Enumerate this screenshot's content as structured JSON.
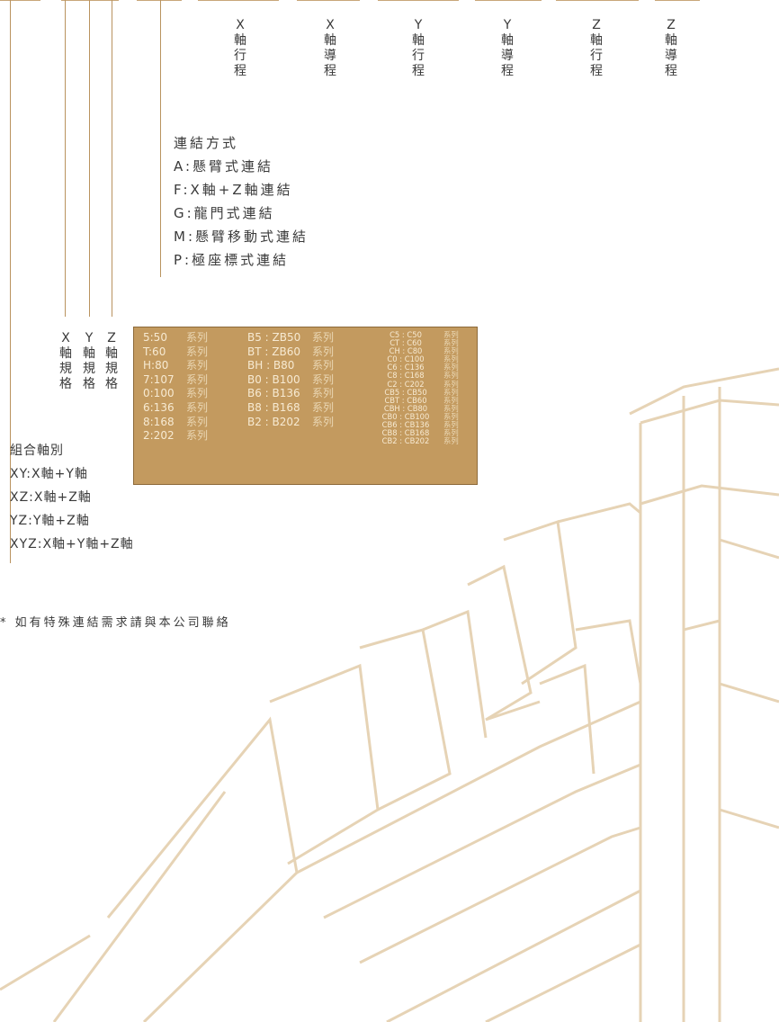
{
  "columns": [
    {
      "id": "x-stroke",
      "chars": [
        "X",
        "軸",
        "行",
        "程"
      ]
    },
    {
      "id": "x-lead",
      "chars": [
        "X",
        "軸",
        "導",
        "程"
      ]
    },
    {
      "id": "y-stroke",
      "chars": [
        "Y",
        "軸",
        "行",
        "程"
      ]
    },
    {
      "id": "y-lead",
      "chars": [
        "Y",
        "軸",
        "導",
        "程"
      ]
    },
    {
      "id": "z-stroke",
      "chars": [
        "Z",
        "軸",
        "行",
        "程"
      ]
    },
    {
      "id": "z-lead",
      "chars": [
        "Z",
        "軸",
        "導",
        "程"
      ]
    }
  ],
  "connection": {
    "title": "連結方式",
    "items": [
      "A:懸臂式連結",
      "F:X軸+Z軸連結",
      "G:龍門式連結",
      "M:懸臂移動式連結",
      "P:極座標式連結"
    ]
  },
  "axis_specs": [
    {
      "chars": [
        "X",
        "軸",
        "規",
        "格"
      ]
    },
    {
      "chars": [
        "Y",
        "軸",
        "規",
        "格"
      ]
    },
    {
      "chars": [
        "Z",
        "軸",
        "規",
        "格"
      ]
    }
  ],
  "combo": {
    "title": "組合軸別",
    "items": [
      "XY:X軸+Y軸",
      "XZ:X軸+Z軸",
      "YZ:Y軸+Z軸",
      "XYZ:X軸+Y軸+Z軸"
    ]
  },
  "series_box": {
    "suffix": "系列",
    "col1": [
      "5:50",
      "T:60",
      "H:80",
      "7:107",
      "0:100",
      "6:136",
      "8:168",
      "2:202"
    ],
    "col2": [
      "B5 : ZB50",
      "BT : ZB60",
      "BH : B80",
      "B0 : B100",
      "B6 : B136",
      "B8 : B168",
      "B2 : B202"
    ],
    "col3": [
      "C5 : C50",
      "CT : C60",
      "CH : C80",
      "C0 : C100",
      "C6 : C136",
      "C8 : C168",
      "C2 : C202",
      "CB5 : CB50",
      "CBT : CB60",
      "CBH : CB80",
      "CB0 : CB100",
      "CB6 : CB136",
      "CB8 : CB168",
      "CB2 : CB202"
    ]
  },
  "footnote": "* 如有特殊連結需求請與本公司聯絡",
  "colors": {
    "box": "#c39a5f",
    "line": "#b9935f",
    "art": "#e2cfb0"
  }
}
